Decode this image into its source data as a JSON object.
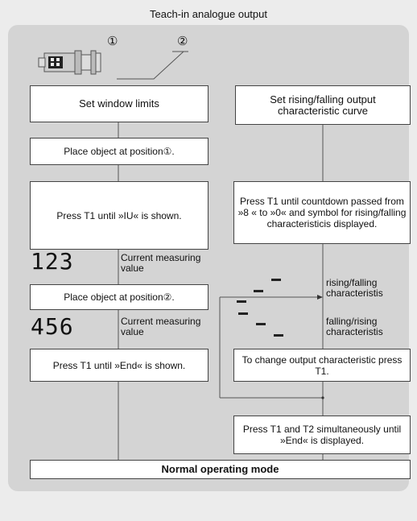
{
  "header": {
    "title": "Teach-in analogue output"
  },
  "sensor": {
    "pos1": "①",
    "pos2": "②"
  },
  "left": {
    "heading": "Set window limits",
    "step1": "Place object at position①.",
    "step2": "Press T1 until »IU« is shown.",
    "display1": "123",
    "display1_label": "Current measuring value",
    "step3": "Place object at position②.",
    "display2": "456",
    "display2_label": "Current measuring value",
    "step4": "Press T1 until »End« is shown."
  },
  "right": {
    "heading": "Set rising/falling output characteristic curve",
    "step1": "Press T1 until countdown passed from »8 « to »0« and symbol for rising/falling characteristicis displayed.",
    "symbol1_label": "rising/falling characteristis",
    "symbol2_label": "falling/rising characteristis",
    "step2": "To change output characteristic press T1.",
    "step3": "Press T1 and T2 simultaneously until »End« is displayed."
  },
  "footer": {
    "normal_mode": "Normal operating mode"
  },
  "colors": {
    "panel": "#d4d4d4",
    "outer": "#ececec",
    "box_border": "#444444"
  }
}
